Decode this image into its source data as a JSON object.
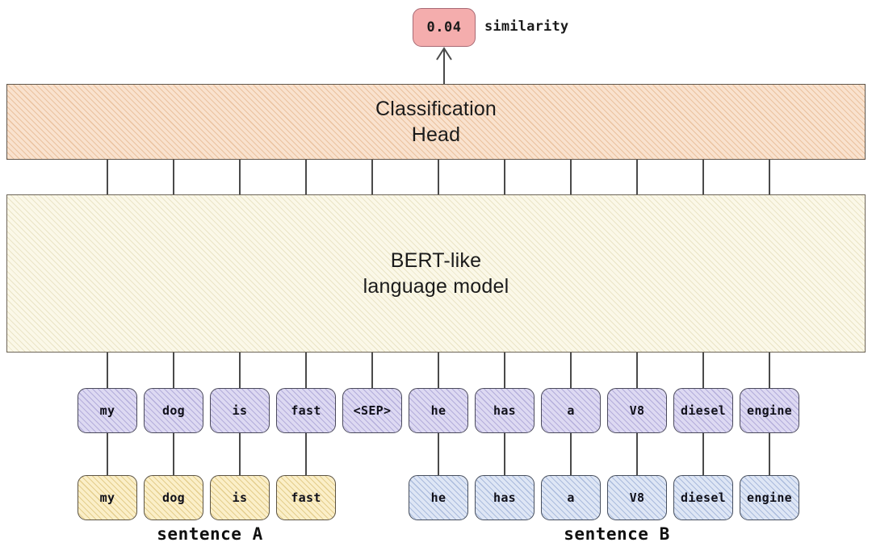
{
  "diagram": {
    "title": "BERT cross-encoder sentence pair classification",
    "output": {
      "score": "0.04",
      "score_label": "similarity"
    },
    "blocks": [
      {
        "id": "classification-head",
        "label": "Classification\nHead",
        "line1": "Classification",
        "line2": "Head",
        "color": "#f9e2ce"
      },
      {
        "id": "bert-model",
        "label": "BERT-like\nlanguage model",
        "line1": "BERT-like",
        "line2": "language model",
        "color": "#fbf8e8"
      }
    ],
    "embedding_tokens": [
      {
        "text": "my",
        "sentence": "A"
      },
      {
        "text": "dog",
        "sentence": "A"
      },
      {
        "text": "is",
        "sentence": "A"
      },
      {
        "text": "fast",
        "sentence": "A"
      },
      {
        "text": "<SEP>",
        "sentence": "separator"
      },
      {
        "text": "he",
        "sentence": "B"
      },
      {
        "text": "has",
        "sentence": "B"
      },
      {
        "text": "a",
        "sentence": "B"
      },
      {
        "text": "V8",
        "sentence": "B"
      },
      {
        "text": "diesel",
        "sentence": "B"
      },
      {
        "text": "engine",
        "sentence": "B"
      }
    ],
    "sentence_a": {
      "caption": "sentence A",
      "tokens": [
        "my",
        "dog",
        "is",
        "fast"
      ]
    },
    "sentence_b": {
      "caption": "sentence B",
      "tokens": [
        "he",
        "has",
        "a",
        "V8",
        "diesel",
        "engine"
      ]
    },
    "colors": {
      "head_fill": "#f9e2ce",
      "bert_fill": "#fbf8e8",
      "embedding_fill": "#ddd9f2",
      "sentence_a_fill": "#fbefc8",
      "sentence_b_fill": "#dee6f5",
      "score_fill": "#f4adad",
      "stroke": "#4a4a4a"
    }
  }
}
